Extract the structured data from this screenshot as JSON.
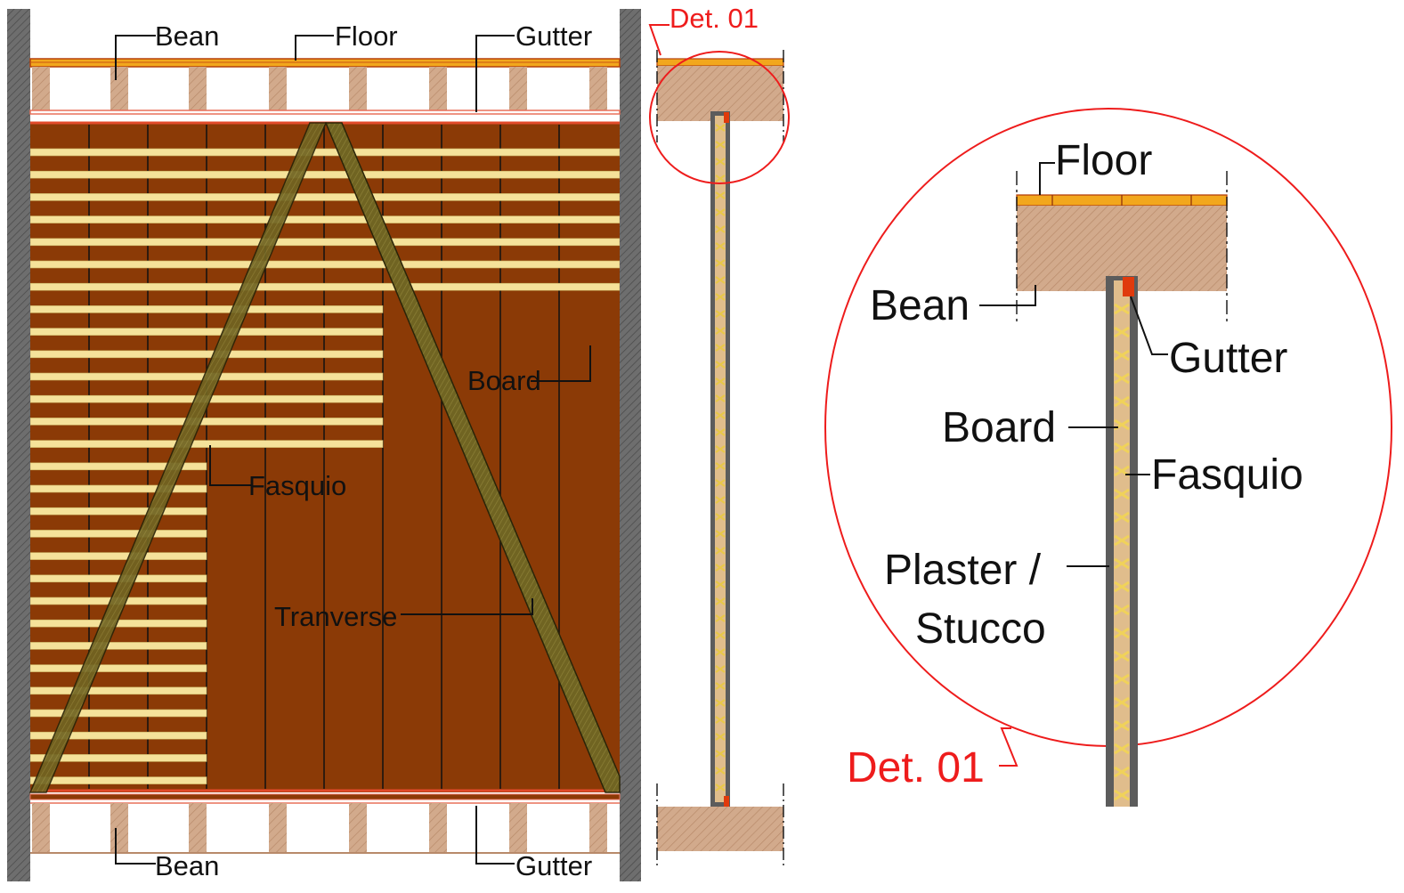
{
  "elevation": {
    "labels": {
      "bean_top": "Bean",
      "floor": "Floor",
      "gutter_top": "Gutter",
      "board": "Board",
      "fasquio": "Fasquio",
      "transverse": "Tranverse",
      "bean_bottom": "Bean",
      "gutter_bottom": "Gutter"
    }
  },
  "section": {
    "detail_tag": "Det. 01"
  },
  "detail": {
    "labels": {
      "floor": "Floor",
      "bean": "Bean",
      "gutter": "Gutter",
      "board": "Board",
      "fasquio": "Fasquio",
      "plaster_line1": "Plaster /",
      "plaster_line2": "Stucco"
    },
    "tag": "Det. 01"
  },
  "colors": {
    "board": "#8b3a06",
    "fasquio": "#f5e29a",
    "transverse": "#706422",
    "bean_wood": "#d2aa8c",
    "floor": "#f2a71d",
    "gutter": "#e03a0c",
    "wall": "#6e6e6e",
    "detail_red": "#ee1c1c"
  }
}
